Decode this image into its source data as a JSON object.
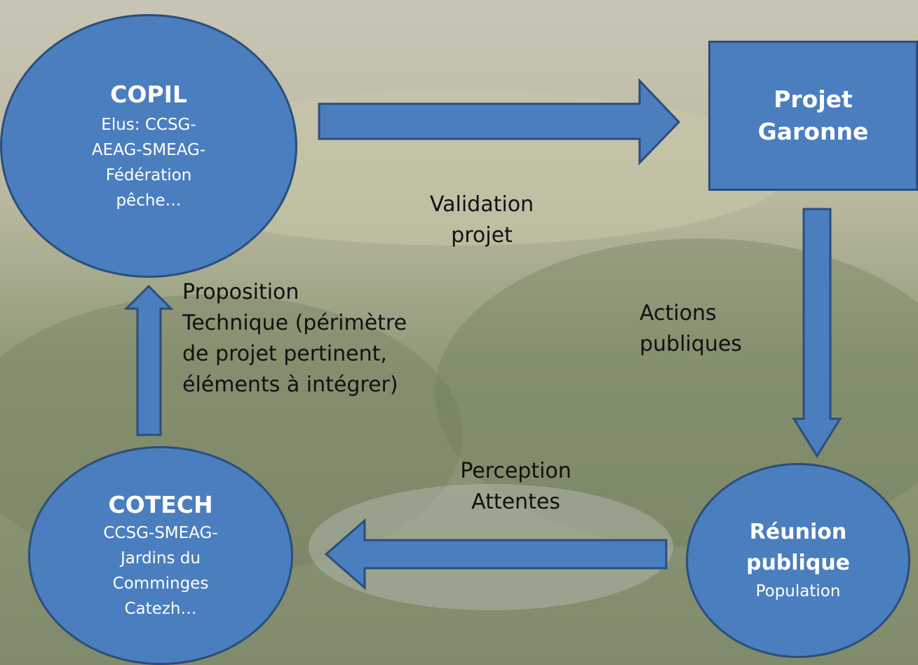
{
  "nodes": {
    "copil": {
      "title": "COPIL",
      "lines": [
        "Elus: CCSG-",
        "AEAG-SMEAG-",
        "Fédération",
        "pêche…"
      ]
    },
    "projet": {
      "line1": "Projet",
      "line2": "Garonne"
    },
    "cotech": {
      "title": "COTECH",
      "lines": [
        "CCSG-SMEAG-",
        "Jardins du",
        "Comminges",
        "Catezh…"
      ]
    },
    "reunion": {
      "line1": "Réunion",
      "line2": "publique",
      "sub": "Population"
    }
  },
  "labels": {
    "validation": [
      "Validation",
      "projet"
    ],
    "actions": [
      "Actions",
      "publiques"
    ],
    "perception": [
      "Perception",
      "Attentes"
    ],
    "proposition": [
      "Proposition",
      "Technique (périmètre",
      "de projet pertinent,",
      "éléments à intégrer)"
    ]
  },
  "colors": {
    "node_fill": "#4a7ebf",
    "node_border": "#2c4e7a",
    "arrow_fill": "#4a7ebf"
  }
}
